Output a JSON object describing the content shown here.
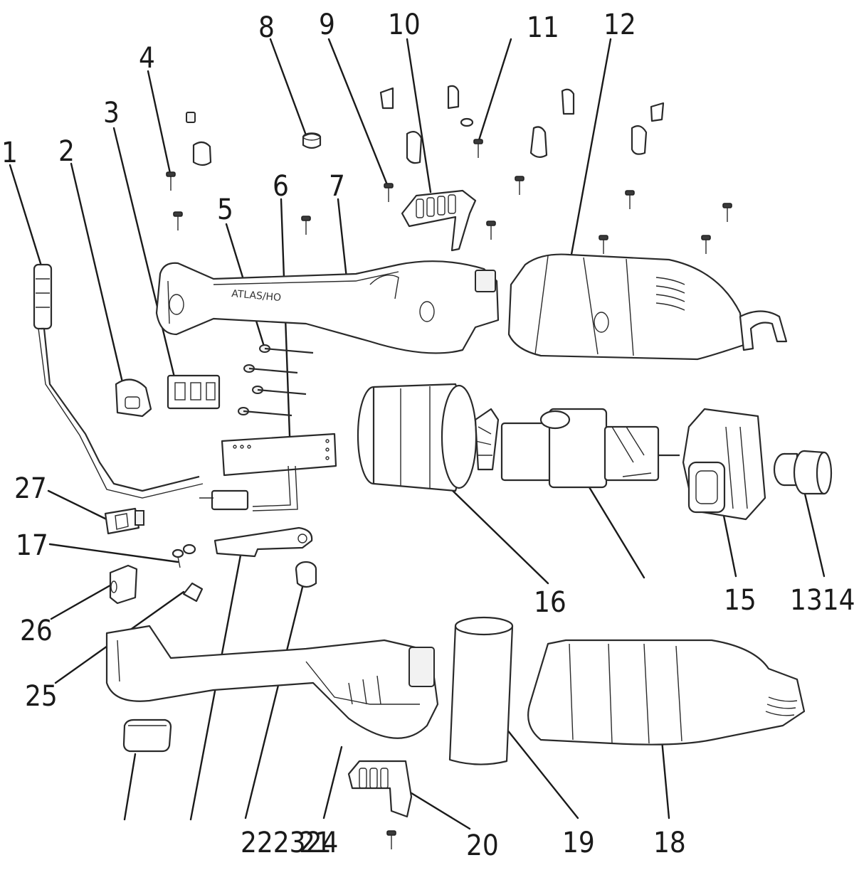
{
  "figure": {
    "type": "exploded-parts-diagram",
    "callouts": [
      "1",
      "2",
      "3",
      "4",
      "5",
      "6",
      "7",
      "8",
      "9",
      "10",
      "11",
      "12",
      "1314",
      "15",
      "16",
      "17",
      "18",
      "19",
      "20",
      "222324",
      "21",
      "25",
      "26",
      "27"
    ],
    "housing_text": "ATLAS/HO"
  }
}
